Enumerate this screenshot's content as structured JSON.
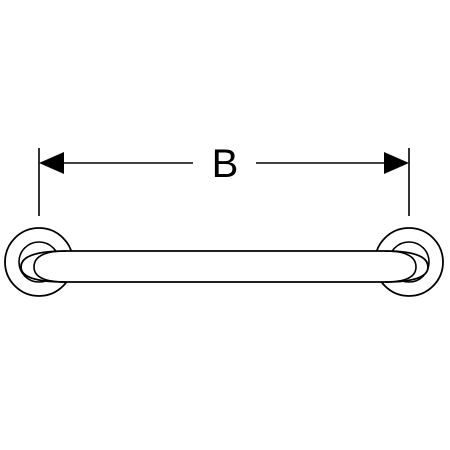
{
  "diagram": {
    "dimension": {
      "label": "B"
    },
    "colors": {
      "stroke": "#000000",
      "background": "#ffffff"
    },
    "parts": [
      "left-wall-rosette",
      "right-wall-rosette",
      "grab-bar",
      "dimension-line"
    ]
  }
}
